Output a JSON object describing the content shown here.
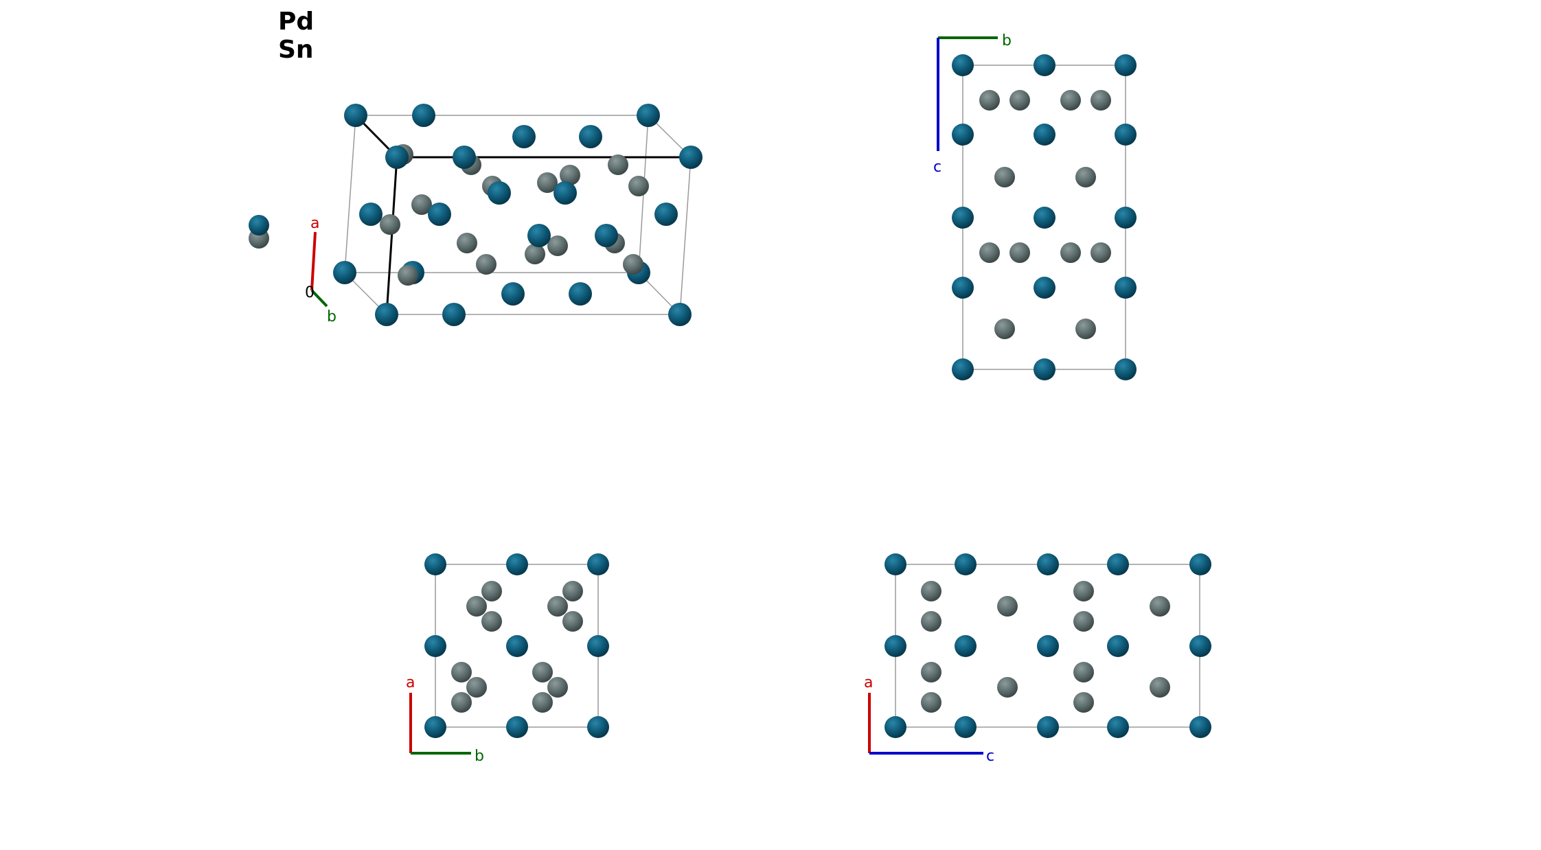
{
  "legend": {
    "elements": [
      "Pd",
      "Sn"
    ]
  },
  "colors": {
    "pd_atom": "#0e5a78",
    "sn_atom": "#5f6e6e",
    "cell_edge": "#9a9a9a",
    "axis_a": "#cc0000",
    "axis_b": "#006600",
    "axis_c": "#0000cc",
    "origin_label": "#000000"
  },
  "panels": [
    {
      "name": "perspective-view",
      "axes": [
        {
          "label": "a",
          "color": "axis_a"
        },
        {
          "label": "b",
          "color": "axis_b"
        }
      ],
      "origin_label": "0"
    },
    {
      "name": "view-along-a",
      "axes": [
        {
          "label": "b",
          "color": "axis_b"
        },
        {
          "label": "c",
          "color": "axis_c"
        }
      ]
    },
    {
      "name": "view-along-c",
      "axes": [
        {
          "label": "a",
          "color": "axis_a"
        },
        {
          "label": "b",
          "color": "axis_b"
        }
      ]
    },
    {
      "name": "view-along-b",
      "axes": [
        {
          "label": "a",
          "color": "axis_a"
        },
        {
          "label": "c",
          "color": "axis_c"
        }
      ]
    }
  ]
}
